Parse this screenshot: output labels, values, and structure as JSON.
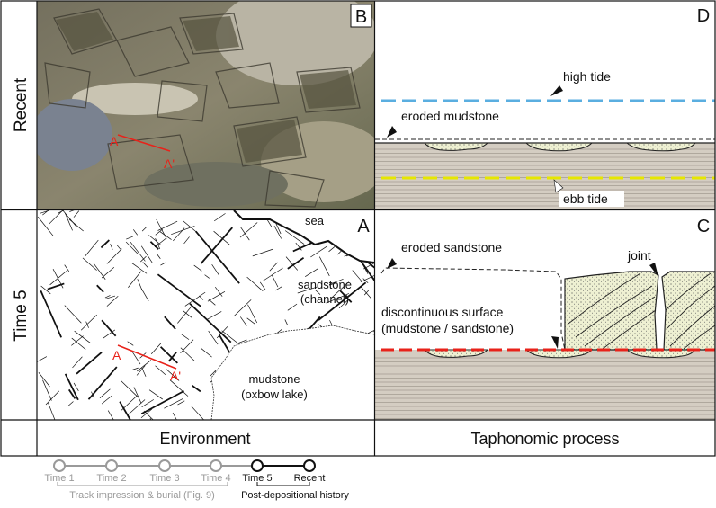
{
  "rows": [
    {
      "id": "recent",
      "label": "Recent"
    },
    {
      "id": "time5",
      "label": "Time 5"
    }
  ],
  "columns": [
    {
      "id": "environment",
      "label": "Environment"
    },
    {
      "id": "taphonomic",
      "label": "Taphonomic process"
    }
  ],
  "panels": {
    "B": {
      "letter": "B",
      "section_start": "A",
      "section_end": "A'"
    },
    "A": {
      "letter": "A",
      "section_start": "A",
      "section_end": "A'",
      "labels": {
        "sea": "sea",
        "sandstone": [
          "sandstone",
          "(channel)"
        ],
        "mudstone": [
          "mudstone",
          "(oxbow lake)"
        ]
      }
    },
    "D": {
      "letter": "D",
      "high_tide": "high tide",
      "eroded_mudstone": "eroded mudstone",
      "ebb_tide": "ebb tide"
    },
    "C": {
      "letter": "C",
      "eroded_sandstone": "eroded sandstone",
      "joint": "joint",
      "discontinuous_surface": [
        "discontinuous surface",
        "(mudstone / sandstone)"
      ]
    }
  },
  "colors": {
    "high_tide_line": "#5aaee0",
    "ebb_tide_line": "#e6e600",
    "discontinuity_line": "#e8221a",
    "section_line": "#e8221a",
    "mudstone_fill": "#d4cdc2",
    "sandstone_fill": "#eef0d2"
  },
  "timeline": {
    "stages": [
      {
        "label": "Time 1",
        "active": false
      },
      {
        "label": "Time 2",
        "active": false
      },
      {
        "label": "Time 3",
        "active": false
      },
      {
        "label": "Time 4",
        "active": false
      },
      {
        "label": "Time 5",
        "active": true
      },
      {
        "label": "Recent",
        "active": true
      }
    ],
    "group_left": "Track impression & burial (Fig. 9)",
    "group_right": "Post-depositional history"
  }
}
